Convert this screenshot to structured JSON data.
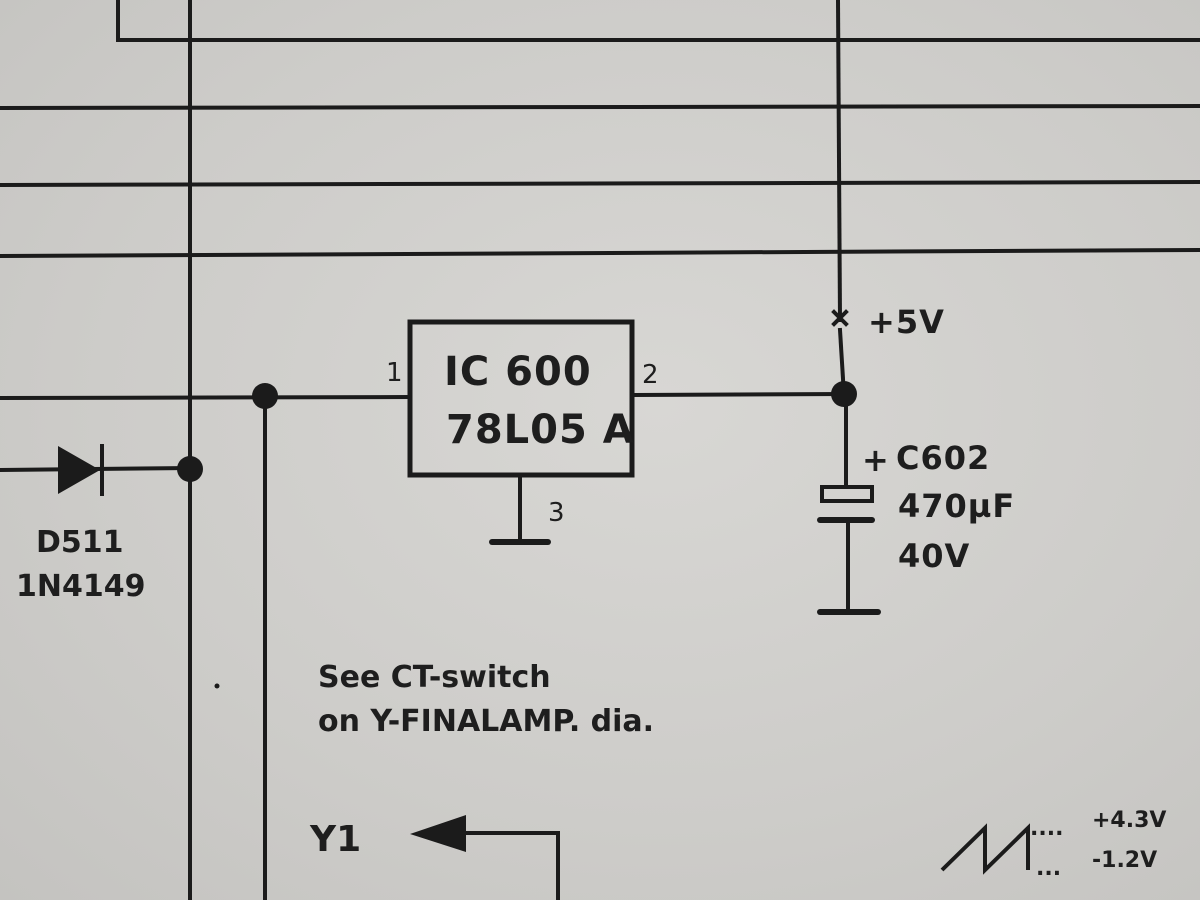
{
  "regulator": {
    "ref": "IC 600",
    "part": "78L05 A",
    "pin_in": "1",
    "pin_out": "2",
    "pin_gnd": "3"
  },
  "supply": {
    "rail": "+5V"
  },
  "capacitor": {
    "polarity": "+",
    "ref": "C602",
    "value": "470µF",
    "voltage": "40V"
  },
  "diode": {
    "ref": "D511",
    "part": "1N4149"
  },
  "note": {
    "line1": "See CT-switch",
    "line2": "on Y-FINALAMP. dia."
  },
  "connector": {
    "label": "Y1"
  },
  "waveform": {
    "high": "+4.3V",
    "low": "-1.2V",
    "dots_high": "....",
    "dots_low": "..."
  },
  "colors": {
    "paper": "#cfcecb",
    "ink": "#1b1b1b"
  }
}
